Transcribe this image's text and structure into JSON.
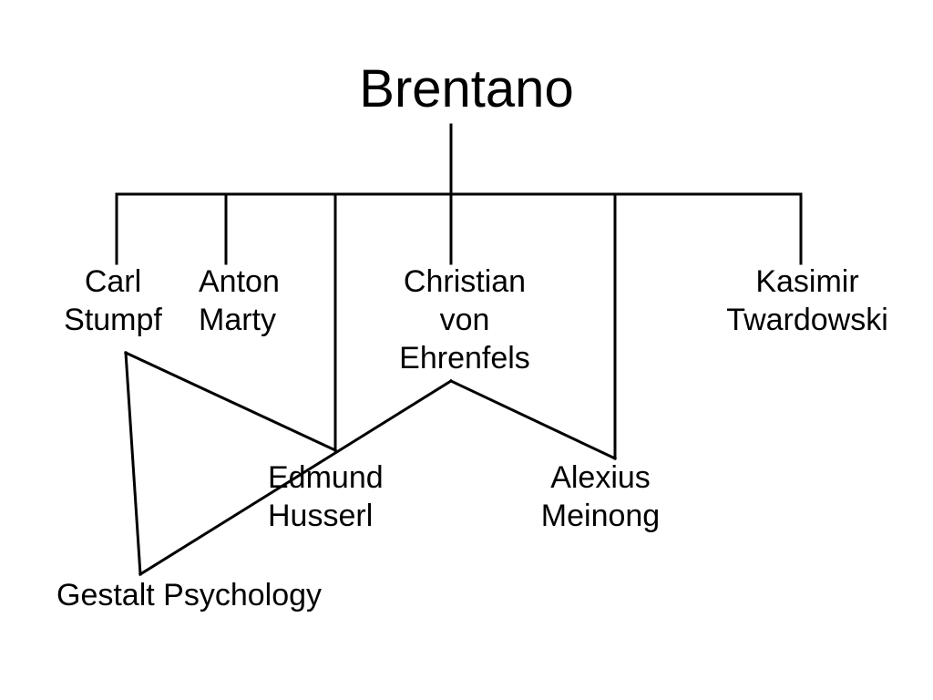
{
  "diagram": {
    "root": {
      "label": "Brentano"
    },
    "nodes": {
      "stumpf": {
        "lines": [
          "Carl",
          "Stumpf"
        ]
      },
      "marty": {
        "lines": [
          "Anton",
          "Marty"
        ]
      },
      "ehrenfels": {
        "lines": [
          "Christian",
          "von",
          "Ehrenfels"
        ]
      },
      "twardowski": {
        "lines": [
          "Kasimir",
          "Twardowski"
        ]
      },
      "husserl": {
        "lines": [
          "Edmund",
          "Husserl"
        ]
      },
      "meinong": {
        "lines": [
          "Alexius",
          "Meinong"
        ]
      },
      "gestalt": {
        "label": "Gestalt Psychology"
      }
    },
    "edges": [
      {
        "from": "Brentano",
        "to": "Carl Stumpf"
      },
      {
        "from": "Brentano",
        "to": "Anton Marty"
      },
      {
        "from": "Brentano",
        "to": "Edmund Husserl"
      },
      {
        "from": "Brentano",
        "to": "Christian von Ehrenfels"
      },
      {
        "from": "Brentano",
        "to": "Alexius Meinong"
      },
      {
        "from": "Brentano",
        "to": "Kasimir Twardowski"
      },
      {
        "from": "Carl Stumpf",
        "to": "Edmund Husserl"
      },
      {
        "from": "Carl Stumpf",
        "to": "Gestalt Psychology"
      },
      {
        "from": "Christian von Ehrenfels",
        "to": "Gestalt Psychology"
      },
      {
        "from": "Christian von Ehrenfels",
        "to": "Alexius Meinong"
      }
    ],
    "colors": {
      "line": "#000000",
      "text": "#000000",
      "background": "#ffffff"
    }
  }
}
